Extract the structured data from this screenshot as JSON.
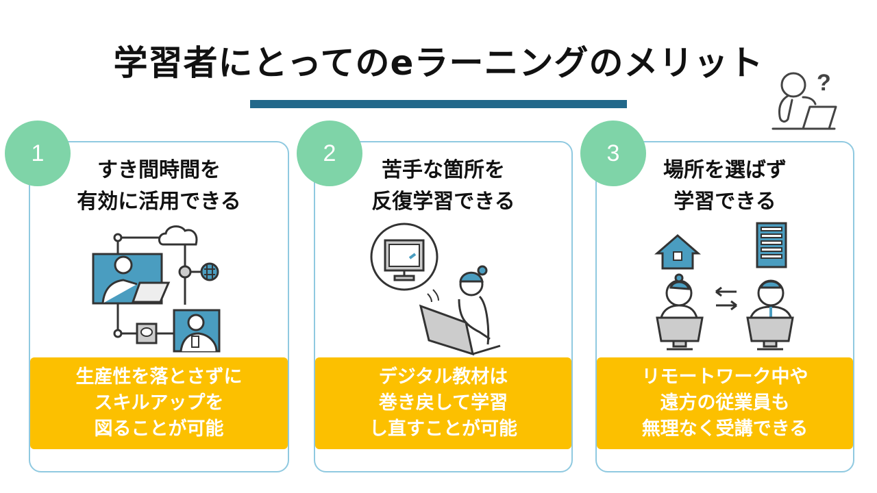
{
  "page": {
    "title": "学習者にとってのeラーニングのメリット",
    "accent_color": "#22688a",
    "number_color": "#7fd4a8",
    "highlight_color": "#fcc000",
    "card_border_color": "#8fc9e0"
  },
  "header_icon": "thinking-person-laptop-icon",
  "cards": [
    {
      "number": "1",
      "heading_line1": "すき間時間を",
      "heading_line2": "有効に活用できる",
      "illustration": "network-people-illustration",
      "detail_lines": [
        "生産性を落とさずに",
        "スキルアップを",
        "図ることが可能"
      ]
    },
    {
      "number": "2",
      "heading_line1": "苦手な箇所を",
      "heading_line2": "反復学習できる",
      "illustration": "woman-laptop-monitor-illustration",
      "detail_lines": [
        "デジタル教材は",
        "巻き戻して学習",
        "し直すことが可能"
      ]
    },
    {
      "number": "3",
      "heading_line1": "場所を選ばず",
      "heading_line2": "学習できる",
      "illustration": "remote-work-illustration",
      "detail_lines": [
        "リモートワーク中や",
        "遠方の従業員も",
        "無理なく受講できる"
      ]
    }
  ]
}
